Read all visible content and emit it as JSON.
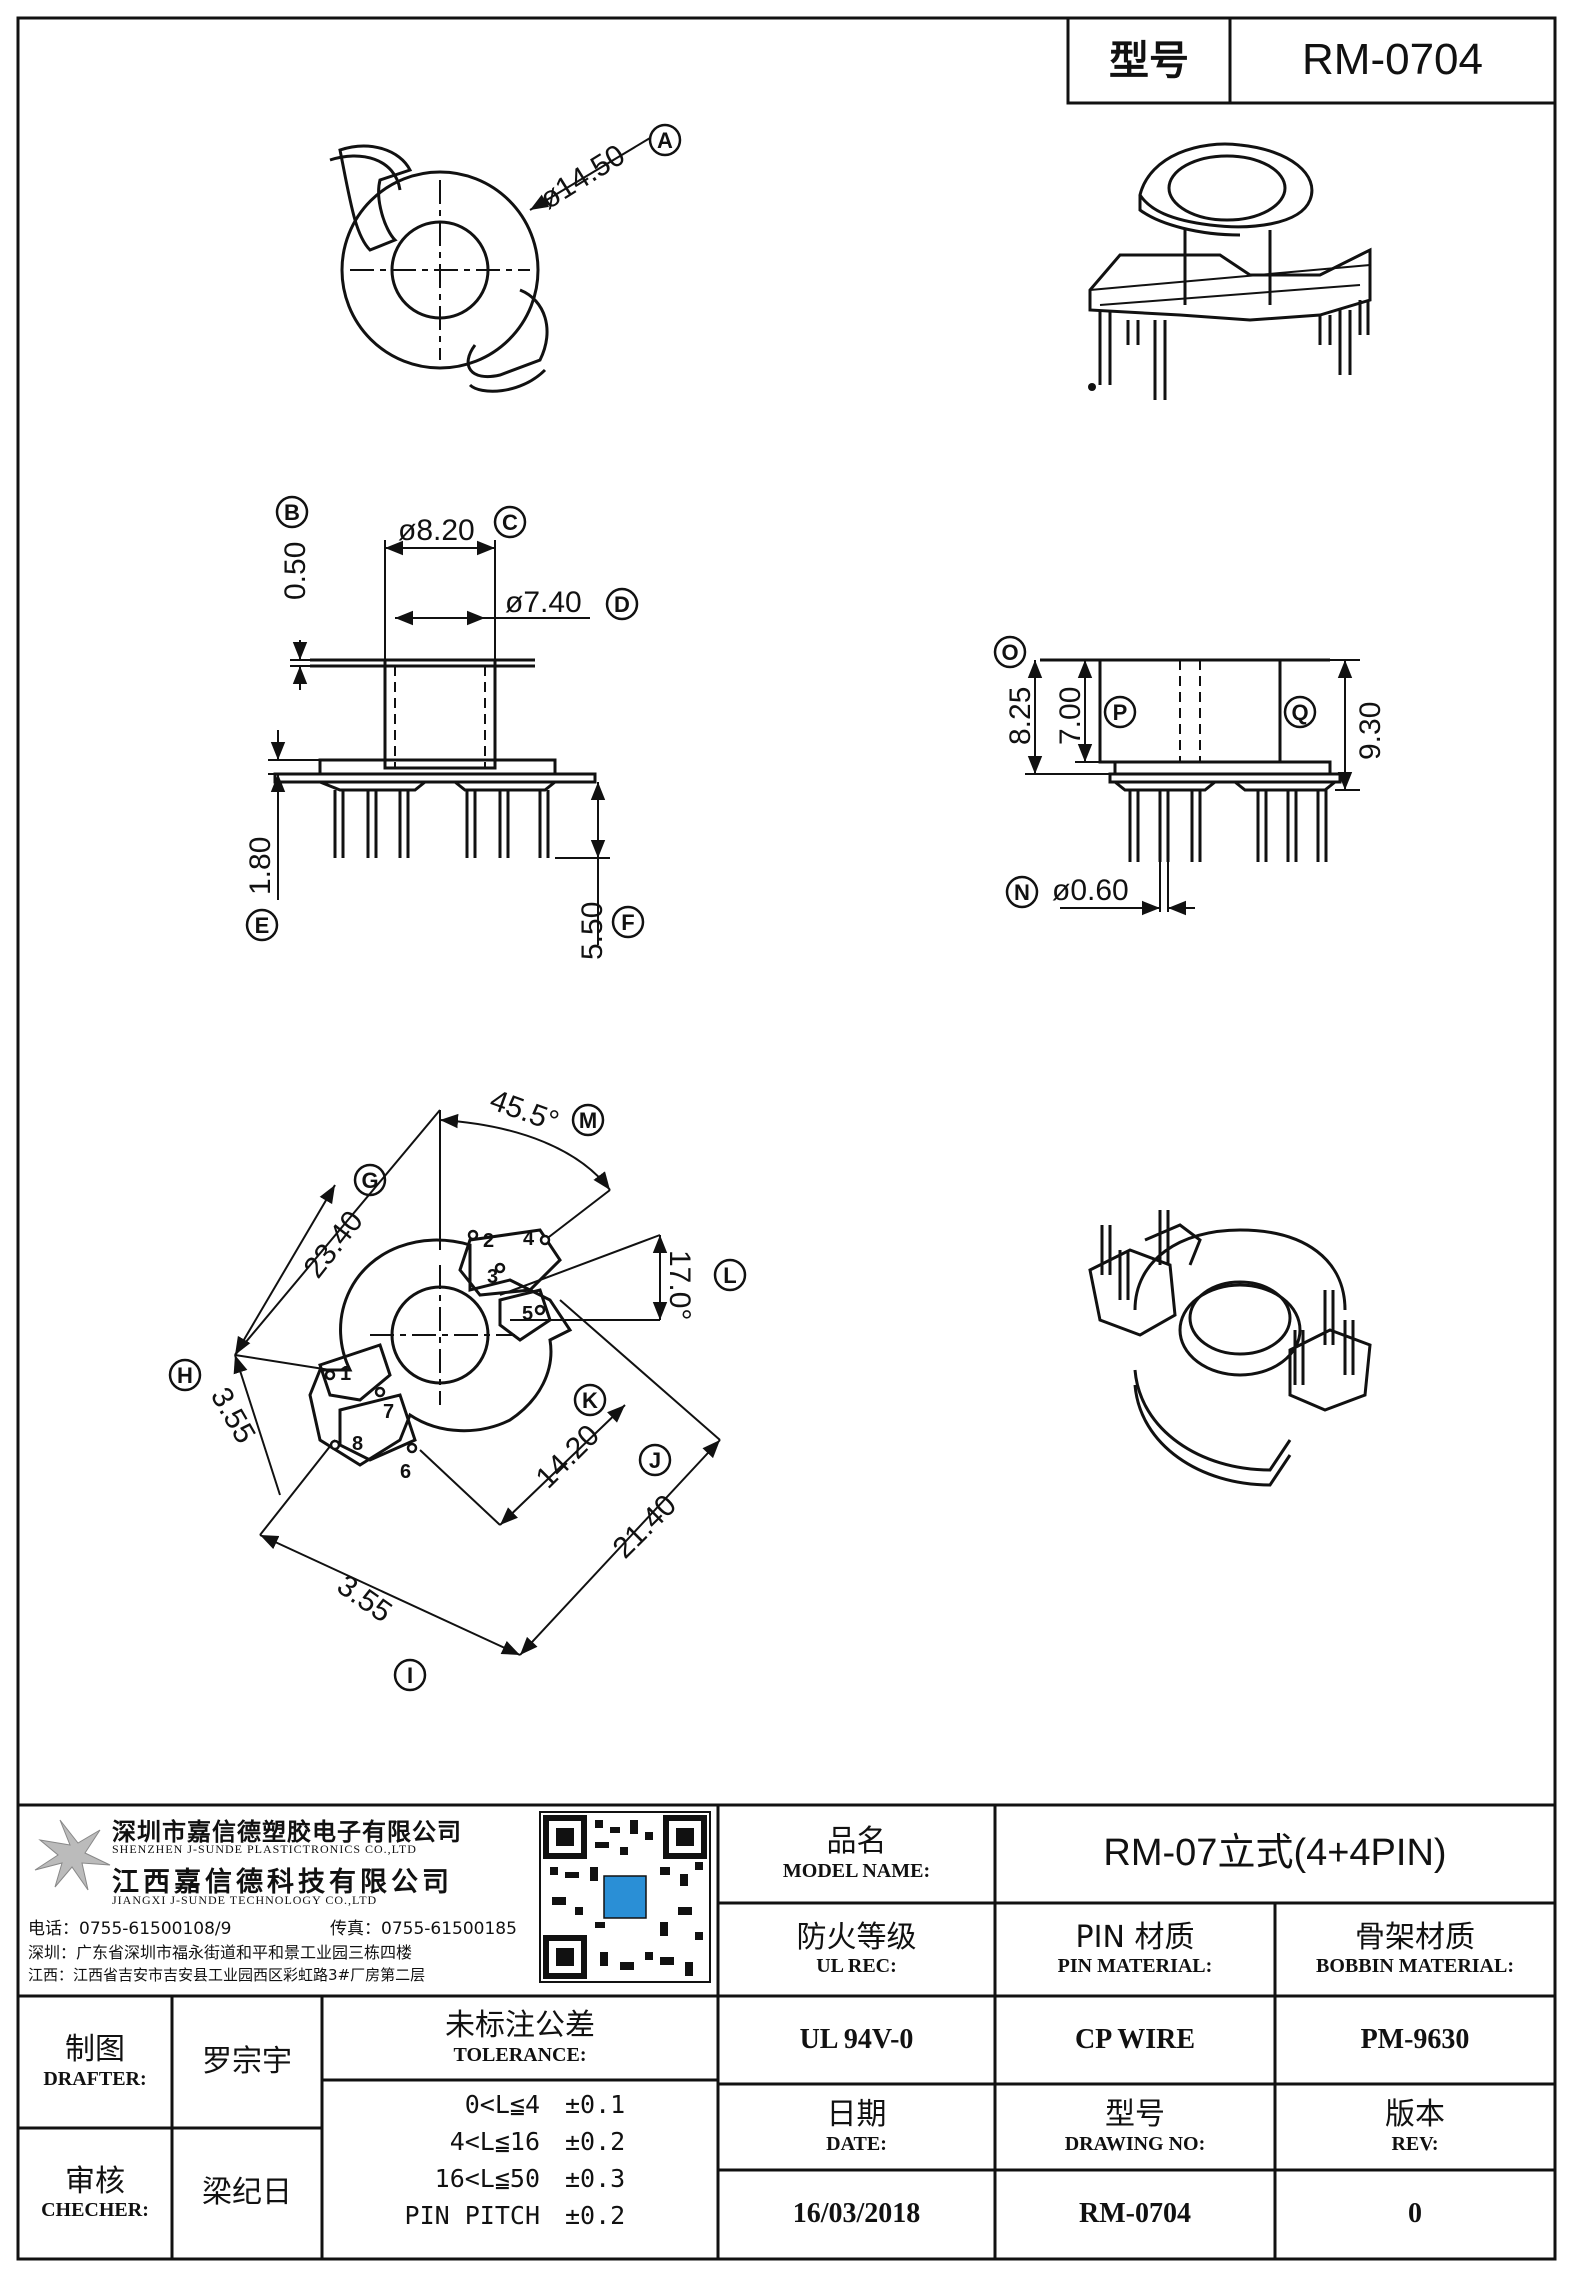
{
  "header": {
    "model_label": "型号",
    "model_value": "RM-0704"
  },
  "dims": {
    "A": "ø14.50",
    "B": "0.50",
    "C": "ø8.20",
    "D": "ø7.40",
    "E": "1.80",
    "F": "5.50",
    "G": "23.40",
    "H": "3.55",
    "I": "3.55",
    "J": "21.40",
    "K": "14.20",
    "L": "17.0°",
    "M": "45.5°",
    "N": "ø0.60",
    "O": "8.25",
    "P": "7.00",
    "Q": "9.30"
  },
  "pins": [
    "1",
    "2",
    "3",
    "4",
    "5",
    "6",
    "7",
    "8"
  ],
  "company": {
    "name_sz": "深圳市嘉信德塑胶电子有限公司",
    "name_sz_en": "SHENZHEN J-SUNDE PLASTICTRONICS CO.,LTD",
    "name_jx": "江西嘉信德科技有限公司",
    "name_jx_en": "JIANGXI J-SUNDE TECHNOLOGY CO.,LTD",
    "phone": "电话：0755-61500108/9",
    "fax": "传真：0755-61500185",
    "addr_sz": "深圳：广东省深圳市福永街道和平和景工业园三栋四楼",
    "addr_jx": "江西：江西省吉安市吉安县工业园西区彩虹路3#厂房第二层"
  },
  "title_block": {
    "product_name_label": "品名",
    "product_name_label_en": "MODEL NAME:",
    "product_name_value": "RM-07立式(4+4PIN)",
    "ul_label": "防火等级",
    "ul_label_en": "UL REC:",
    "pin_mat_label": "PIN 材质",
    "pin_mat_label_en": "PIN MATERIAL:",
    "bobbin_mat_label": "骨架材质",
    "bobbin_mat_label_en": "BOBBIN MATERIAL:",
    "ul_value": "UL 94V-0",
    "pin_mat_value": "CP WIRE",
    "bobbin_mat_value": "PM-9630",
    "drafter_label": "制图",
    "drafter_label_en": "DRAFTER:",
    "drafter_value": "罗宗宇",
    "checker_label": "审核",
    "checker_label_en": "CHECHER:",
    "checker_value": "梁纪日",
    "tolerance_label": "未标注公差",
    "tolerance_label_en": "TOLERANCE:",
    "tolerances": [
      {
        "range": "0<L≦4",
        "value": "±0.1"
      },
      {
        "range": "4<L≦16",
        "value": "±0.2"
      },
      {
        "range": "16<L≦50",
        "value": "±0.3"
      },
      {
        "range": "PIN PITCH",
        "value": "±0.2"
      }
    ],
    "date_label": "日期",
    "date_label_en": "DATE:",
    "drawing_no_label": "型号",
    "drawing_no_label_en": "DRAWING NO:",
    "rev_label": "版本",
    "rev_label_en": "REV:",
    "date_value": "16/03/2018",
    "drawing_no_value": "RM-0704",
    "rev_value": "0"
  }
}
